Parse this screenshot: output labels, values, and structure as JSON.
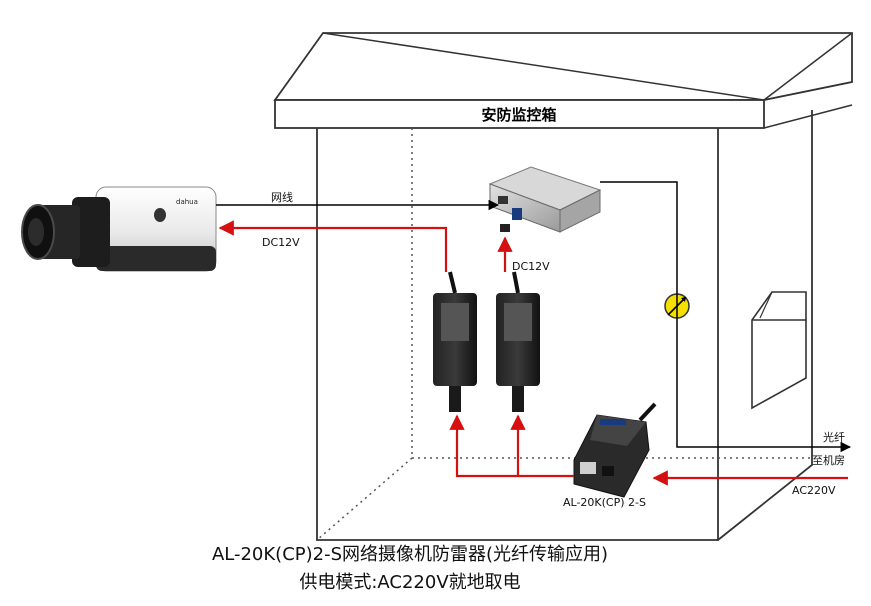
{
  "colors": {
    "power_line": "#d41010",
    "signal_line": "#000000",
    "cabinet_edge": "#333333",
    "cabinet_hidden_edge": "#555555",
    "surge_arrester": "#f4e000"
  },
  "cabinet": {
    "title": "安防监控箱"
  },
  "labels": {
    "network": "网线",
    "dc_camera": "DC12V",
    "dc_converter": "DC12V",
    "fiber": "光纤",
    "to_room": "至机房",
    "ac_in": "AC220V",
    "protector_model": "AL-20K(CP) 2-S"
  },
  "icons": [
    "bullet-camera-icon",
    "media-converter-icon",
    "power-adapter-icon",
    "power-adapter-icon",
    "surge-protector-icon",
    "fiber-surge-arrester-icon",
    "mailbox-slot-icon"
  ],
  "caption": {
    "line1": "AL-20K(CP)2-S网络摄像机防雷器(光纤传输应用)",
    "line2": "供电模式:AC220V就地取电"
  }
}
